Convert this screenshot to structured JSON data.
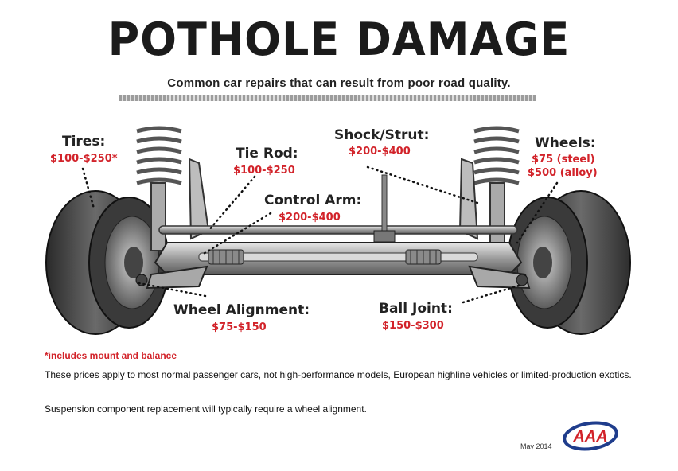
{
  "header": {
    "title": "POTHOLE DAMAGE",
    "subtitle": "Common car repairs that can result from poor road quality."
  },
  "parts": {
    "tires": {
      "label": "Tires:",
      "price": "$100-$250*"
    },
    "tie_rod": {
      "label": "Tie Rod:",
      "price": "$100-$250"
    },
    "shock_strut": {
      "label": "Shock/Strut:",
      "price": "$200-$400"
    },
    "wheels": {
      "label": "Wheels:",
      "price_steel": "$75 (steel)",
      "price_alloy": "$500 (alloy)"
    },
    "control_arm": {
      "label": "Control Arm:",
      "price": "$200-$400"
    },
    "wheel_alignment": {
      "label": "Wheel Alignment:",
      "price": "$75-$150"
    },
    "ball_joint": {
      "label": "Ball Joint:",
      "price": "$150-$300"
    }
  },
  "footer": {
    "footnote": "*includes mount and balance",
    "note1": "These prices apply to most normal passenger cars, not high-performance models, European highline vehicles or limited-production exotics.",
    "note2": "Suspension component replacement will typically require a wheel alignment.",
    "date": "May 2014",
    "logo_text": "AAA"
  },
  "colors": {
    "accent_red": "#d2232a",
    "text_dark": "#1a1a1a"
  }
}
